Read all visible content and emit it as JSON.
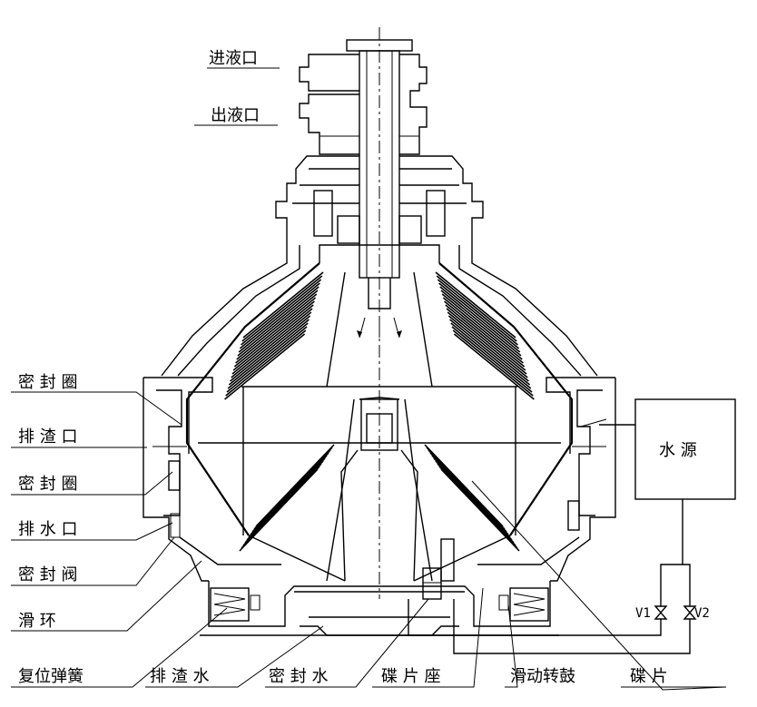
{
  "labels": {
    "inlet": "进液口",
    "outlet": "出液口",
    "seal_ring_1": "密 封 圈",
    "slag_port": "排 渣 口",
    "seal_ring_2": "密 封 圈",
    "drain_port": "排 水 口",
    "seal_valve": "密 封 阀",
    "slip_ring": "滑    环",
    "reset_spring": "复位弹簧",
    "slag_water": "排 渣 水",
    "seal_water": "密 封 水",
    "disc_seat": "碟 片 座",
    "sliding_drum": "滑动转鼓",
    "disc": "碟    片",
    "water_source": "水  源",
    "valve_1": "V1",
    "valve_2": "V2"
  }
}
